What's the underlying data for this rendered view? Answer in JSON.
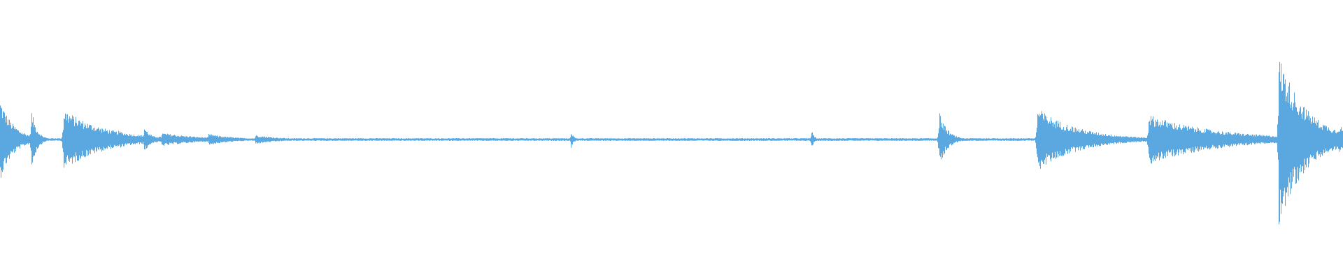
{
  "waveform": {
    "color": "#5BA8E0",
    "background": "#FFFFFF",
    "channels": 1,
    "description_events": [
      {
        "t": 0.0,
        "peak": 0.35,
        "decay": 0.01
      },
      {
        "t": 0.023,
        "peak": 0.28,
        "decay": 0.004
      },
      {
        "t": 0.047,
        "peak": 0.27,
        "decay": 0.03
      },
      {
        "t": 0.087,
        "peak": 0.08,
        "decay": 0.02
      },
      {
        "t": 0.107,
        "peak": 0.12,
        "decay": 0.005
      },
      {
        "t": 0.12,
        "peak": 0.06,
        "decay": 0.03
      },
      {
        "t": 0.155,
        "peak": 0.05,
        "decay": 0.02
      },
      {
        "t": 0.19,
        "peak": 0.04,
        "decay": 0.02
      },
      {
        "t": 0.425,
        "peak": 0.08,
        "decay": 0.002
      },
      {
        "t": 0.604,
        "peak": 0.09,
        "decay": 0.002
      },
      {
        "t": 0.699,
        "peak": 0.25,
        "decay": 0.006
      },
      {
        "t": 0.772,
        "peak": 0.28,
        "decay": 0.03
      },
      {
        "t": 0.855,
        "peak": 0.22,
        "decay": 0.05
      },
      {
        "t": 0.952,
        "peak": 0.75,
        "decay": 0.02
      }
    ],
    "baseline": 0.012,
    "tail_level": 0.1
  }
}
